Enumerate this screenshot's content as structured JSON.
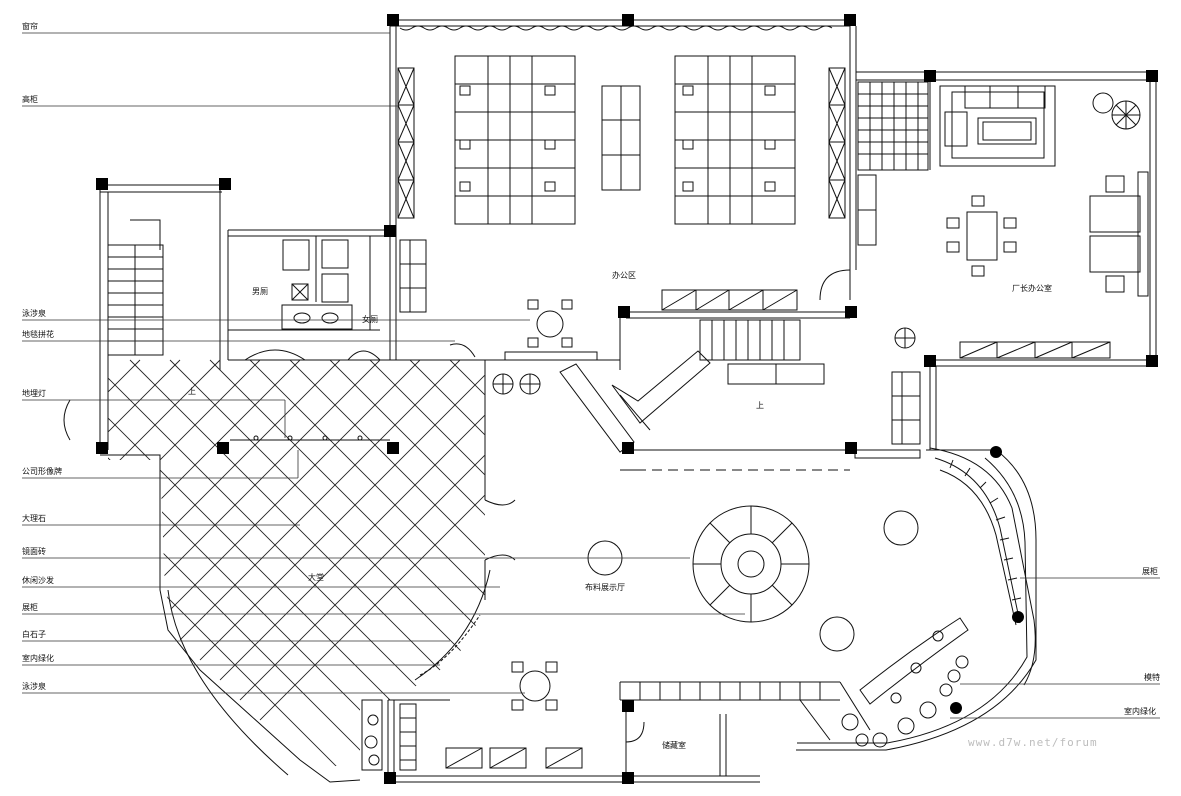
{
  "left_labels": [
    "窗帘",
    "高柜",
    "泳涉泉",
    "地毯拼花",
    "地埋灯",
    "公司形像牌",
    "大理石",
    "镜面砖",
    "休闲沙发",
    "展柜",
    "白石子",
    "室内绿化",
    "泳涉泉"
  ],
  "right_labels": [
    "展柜",
    "模特",
    "室内绿化"
  ],
  "rooms": {
    "office": "办公区",
    "manager": "厂长办公室",
    "men_wc": "男厕",
    "women_wc": "女厕",
    "up_1": "上",
    "up_2": "上",
    "lobby": "大堂",
    "showroom": "布料展示厅",
    "storage": "储藏室"
  },
  "watermark": "www.d7w.net/forum",
  "colors": {
    "line": "#111111",
    "wall": "#000000",
    "watermark": "#bdbdbd"
  }
}
